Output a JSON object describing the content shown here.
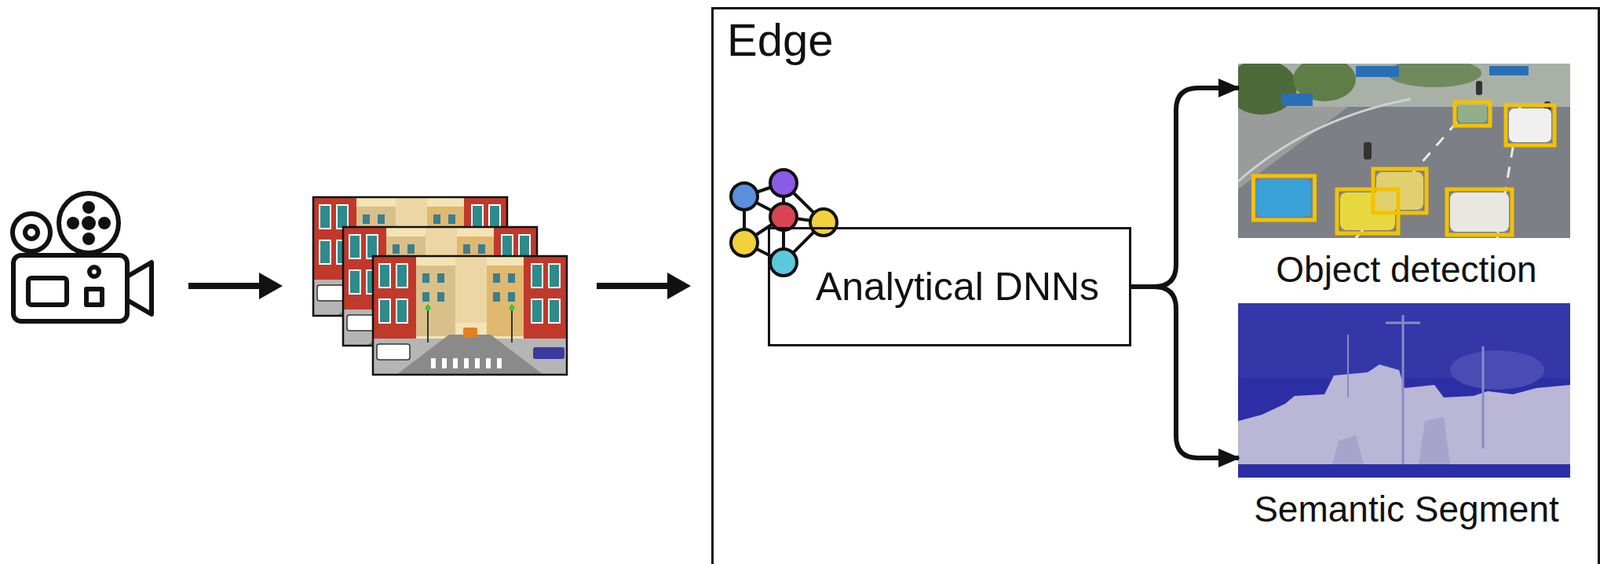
{
  "diagram": {
    "nodes": [
      {
        "text": [
          "Edge"
        ]
      },
      {
        "text": [
          "Analytical DNNs"
        ],
        "in": 0
      },
      {
        "text": [
          "Object detection"
        ],
        "in": 0
      },
      {
        "text": [
          "Semantic Segment"
        ],
        "in": 0
      }
    ],
    "edges": [
      {
        "from": 1,
        "to": 2,
        "arrow": "to"
      },
      {
        "from": 1,
        "to": 3,
        "arrow": "to"
      }
    ]
  }
}
